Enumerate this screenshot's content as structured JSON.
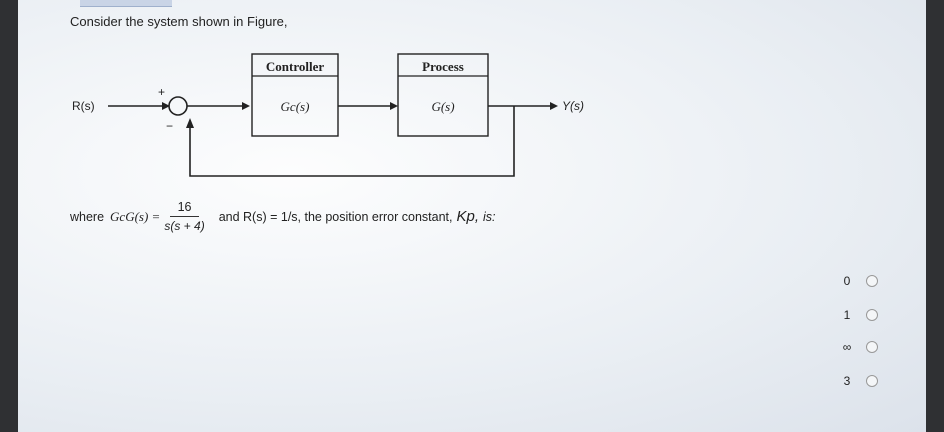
{
  "question": {
    "intro": "Consider the system shown in Figure,",
    "where_prefix": "where",
    "gc_expr": "GcG(s) =",
    "numerator": "16",
    "denominator": "s(s + 4)",
    "tail_text": "and R(s) = 1/s, the position error constant,",
    "kp_label": "Kp,",
    "tail_end": "is:"
  },
  "diagram": {
    "input_label": "R(s)",
    "output_label": "Y(s)",
    "plus_sign": "+",
    "minus_sign": "−",
    "controller_title": "Controller",
    "controller_block": "Gc(s)",
    "process_title": "Process",
    "process_block": "G(s)"
  },
  "options": [
    {
      "label": "0"
    },
    {
      "label": "1"
    },
    {
      "label": "∞"
    },
    {
      "label": "3"
    }
  ]
}
